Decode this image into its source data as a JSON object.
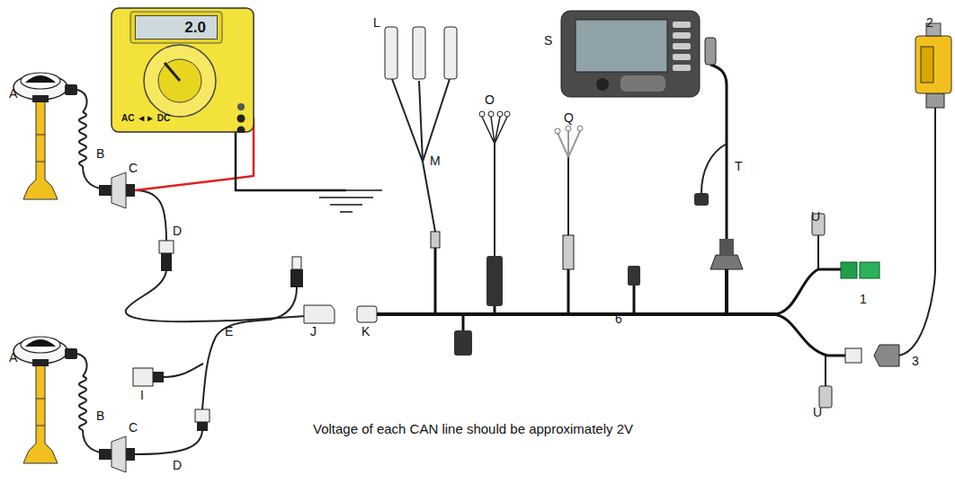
{
  "diagram": {
    "nodes": [
      {
        "text": [
          "AC ◄► DC"
        ]
      },
      {
        "text": [
          "2.0"
        ],
        "in": 0
      }
    ],
    "labels": [
      "L",
      "S",
      "O",
      "Q",
      "M",
      "T",
      "A",
      "B",
      "C",
      "D",
      "U",
      "2",
      "1",
      "E",
      "J",
      "K",
      "6",
      "3",
      "I",
      "A",
      "B",
      "U",
      "C",
      "D",
      "Voltage of each CAN line should be approximately 2V"
    ]
  }
}
